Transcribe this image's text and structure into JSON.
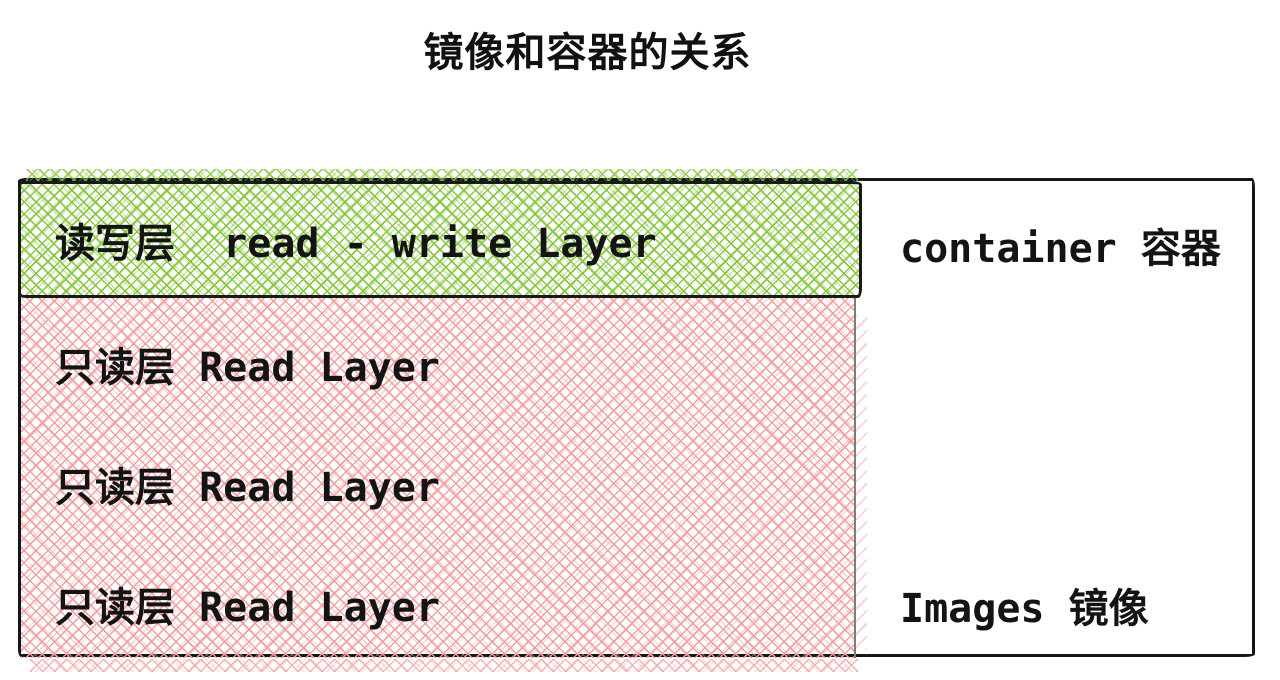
{
  "title": "镜像和容器的关系",
  "diagram": {
    "read_write_layer": {
      "label": "读写层  read - write Layer"
    },
    "read_only_layers": [
      {
        "label": "只读层 Read Layer"
      },
      {
        "label": "只读层 Read Layer"
      },
      {
        "label": "只读层 Read Layer"
      }
    ],
    "container_label": "container 容器",
    "images_label": "Images 镜像",
    "colors": {
      "green_hatch": "#86c53e",
      "pink_hatch": "#f29d9d",
      "outline_black": "#161616",
      "pink_edge_gray": "#7d7d7d",
      "background": "#ffffff"
    }
  }
}
